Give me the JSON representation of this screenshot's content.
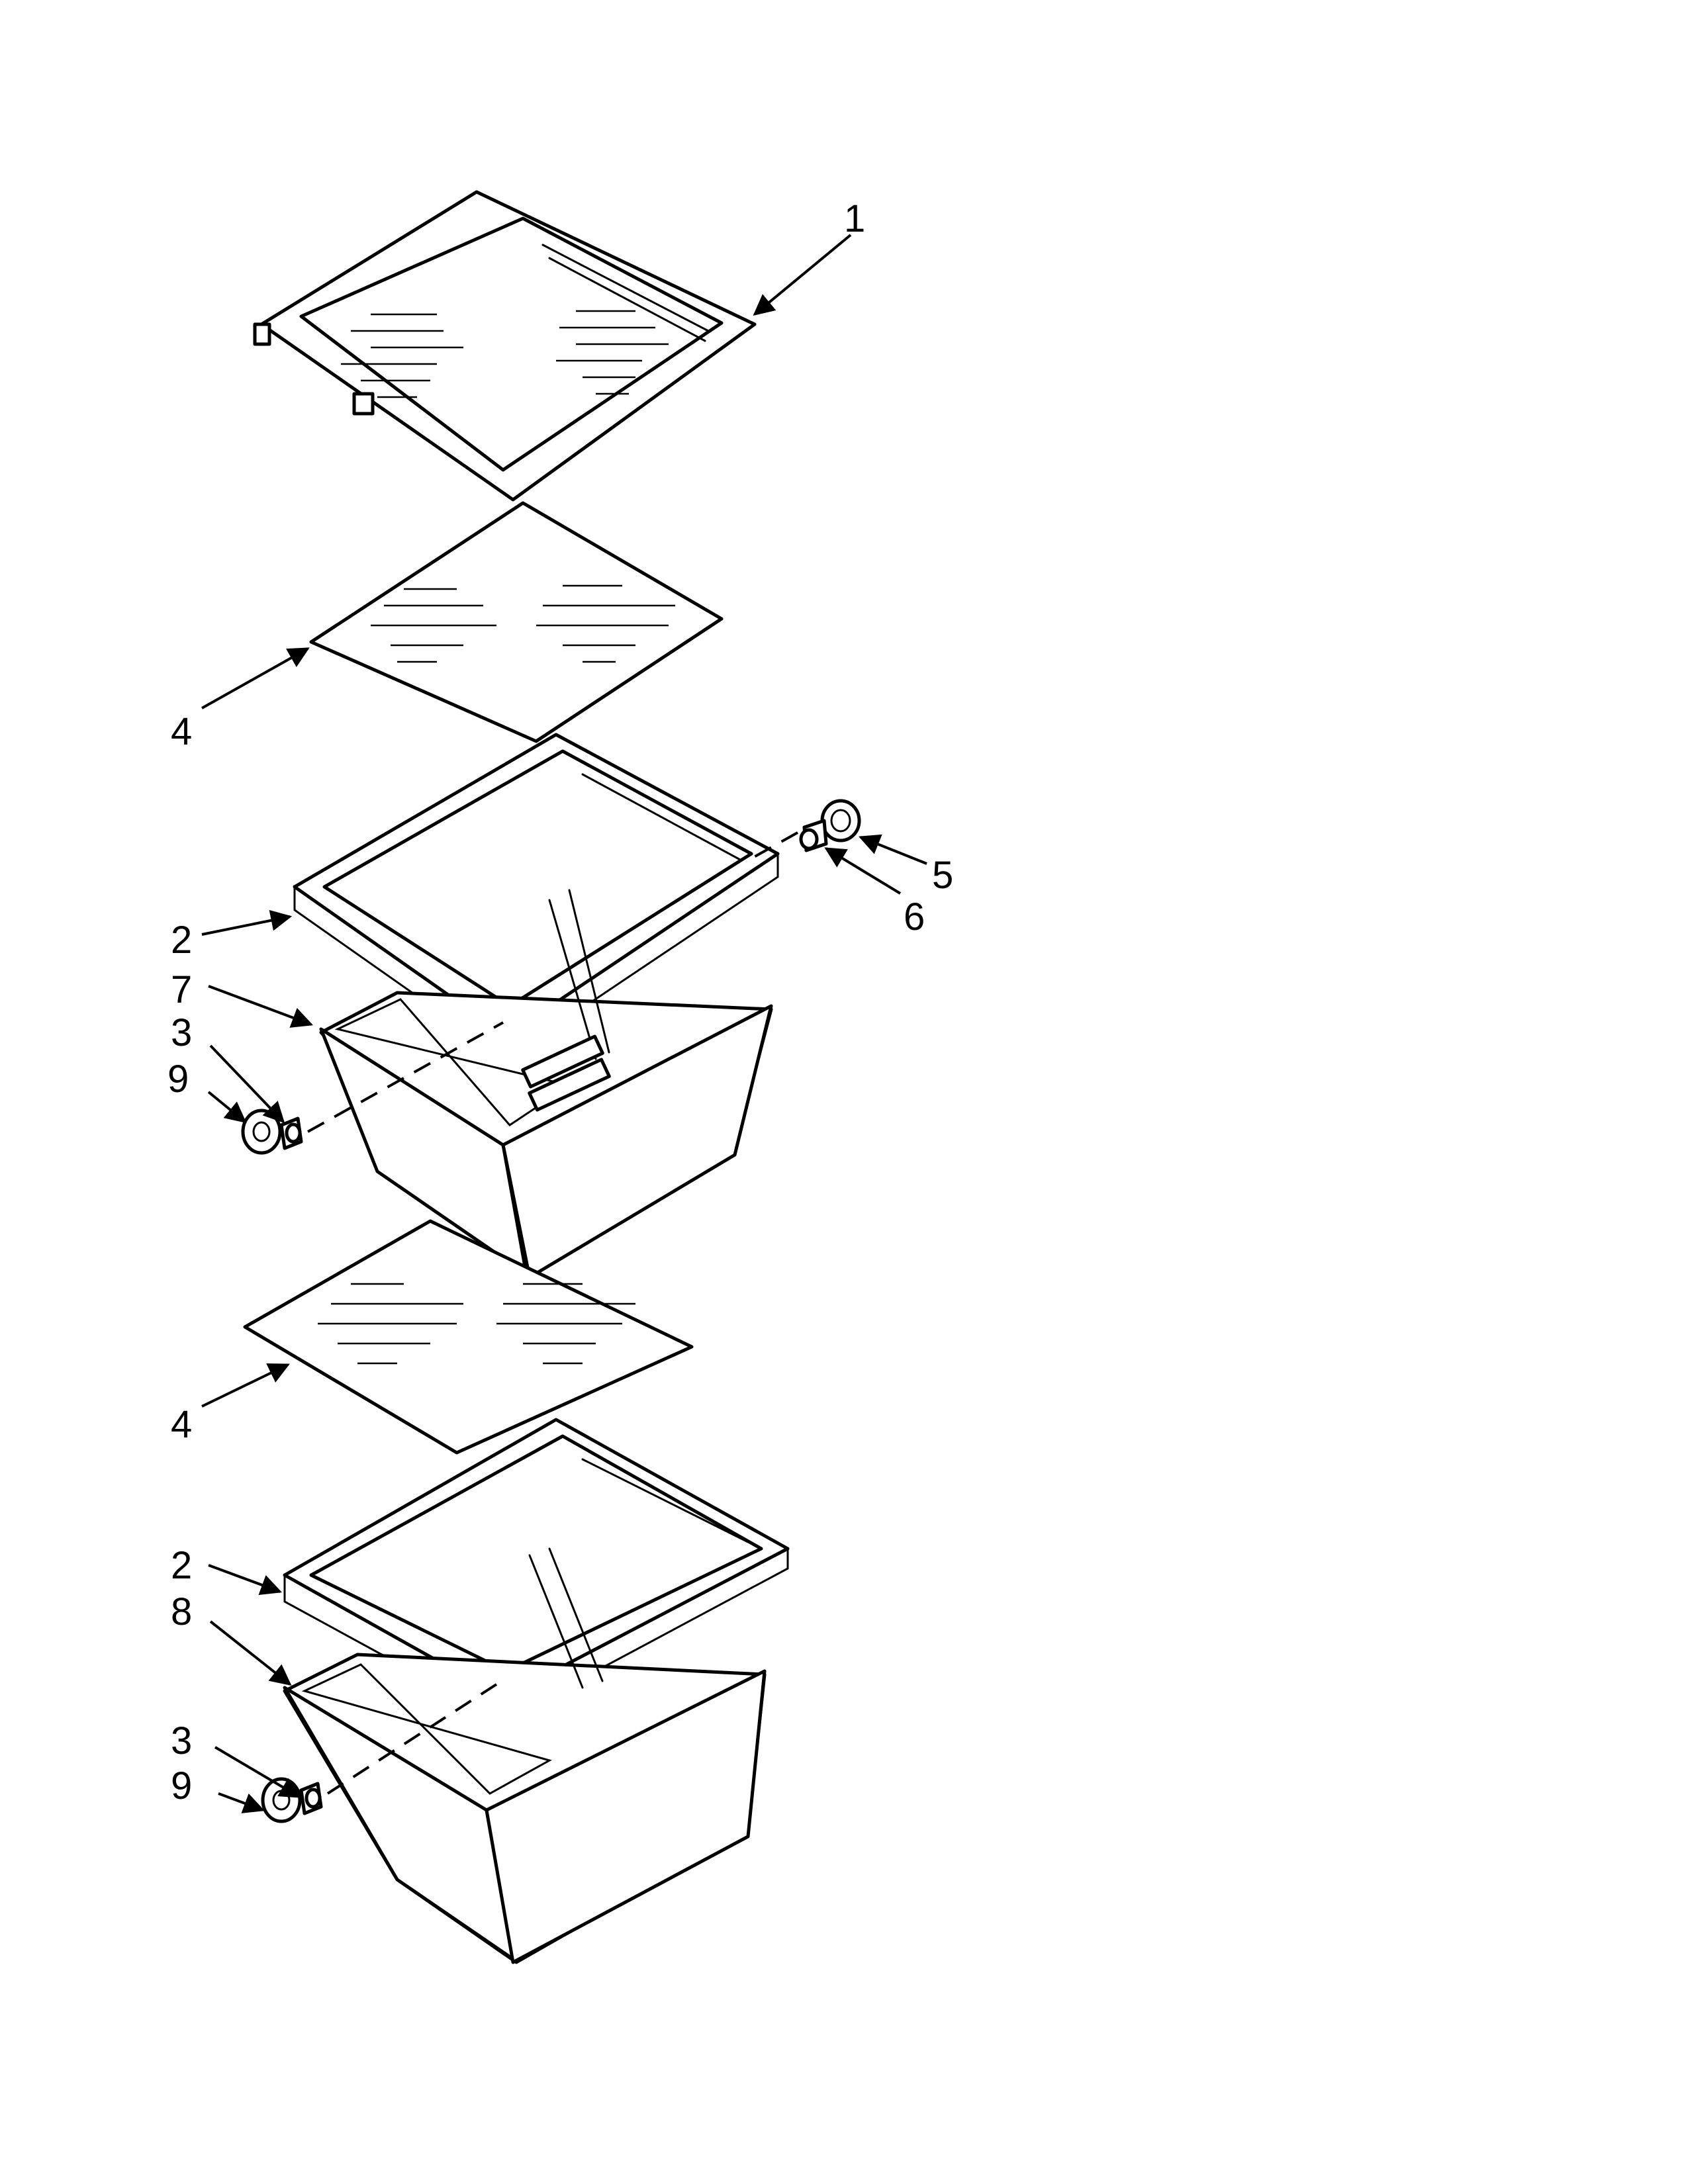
{
  "callouts": {
    "c1": "1",
    "c4a": "4",
    "c5": "5",
    "c6": "6",
    "c2a": "2",
    "c7": "7",
    "c3a": "3",
    "c9a": "9",
    "c4b": "4",
    "c2b": "2",
    "c8": "8",
    "c3b": "3",
    "c9b": "9"
  }
}
